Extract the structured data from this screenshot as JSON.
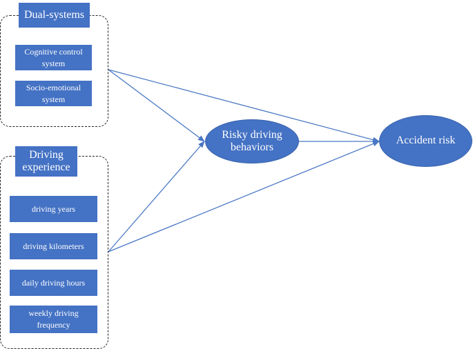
{
  "dual_systems": {
    "title": "Dual-systems",
    "items": [
      "Cognitive control system",
      "Socio-emotional system"
    ]
  },
  "driving_experience": {
    "title": "Driving experience",
    "items": [
      "driving years",
      "driving kilometers",
      "daily driving hours",
      "weekly driving frequency"
    ]
  },
  "nodes": {
    "risky_driving": "Risky driving behaviors",
    "accident_risk": "Accident risk"
  },
  "colors": {
    "box_fill": "#4472c4",
    "arrow": "#4a78c4",
    "text": "#ffffff",
    "dash_border": "#222222"
  }
}
